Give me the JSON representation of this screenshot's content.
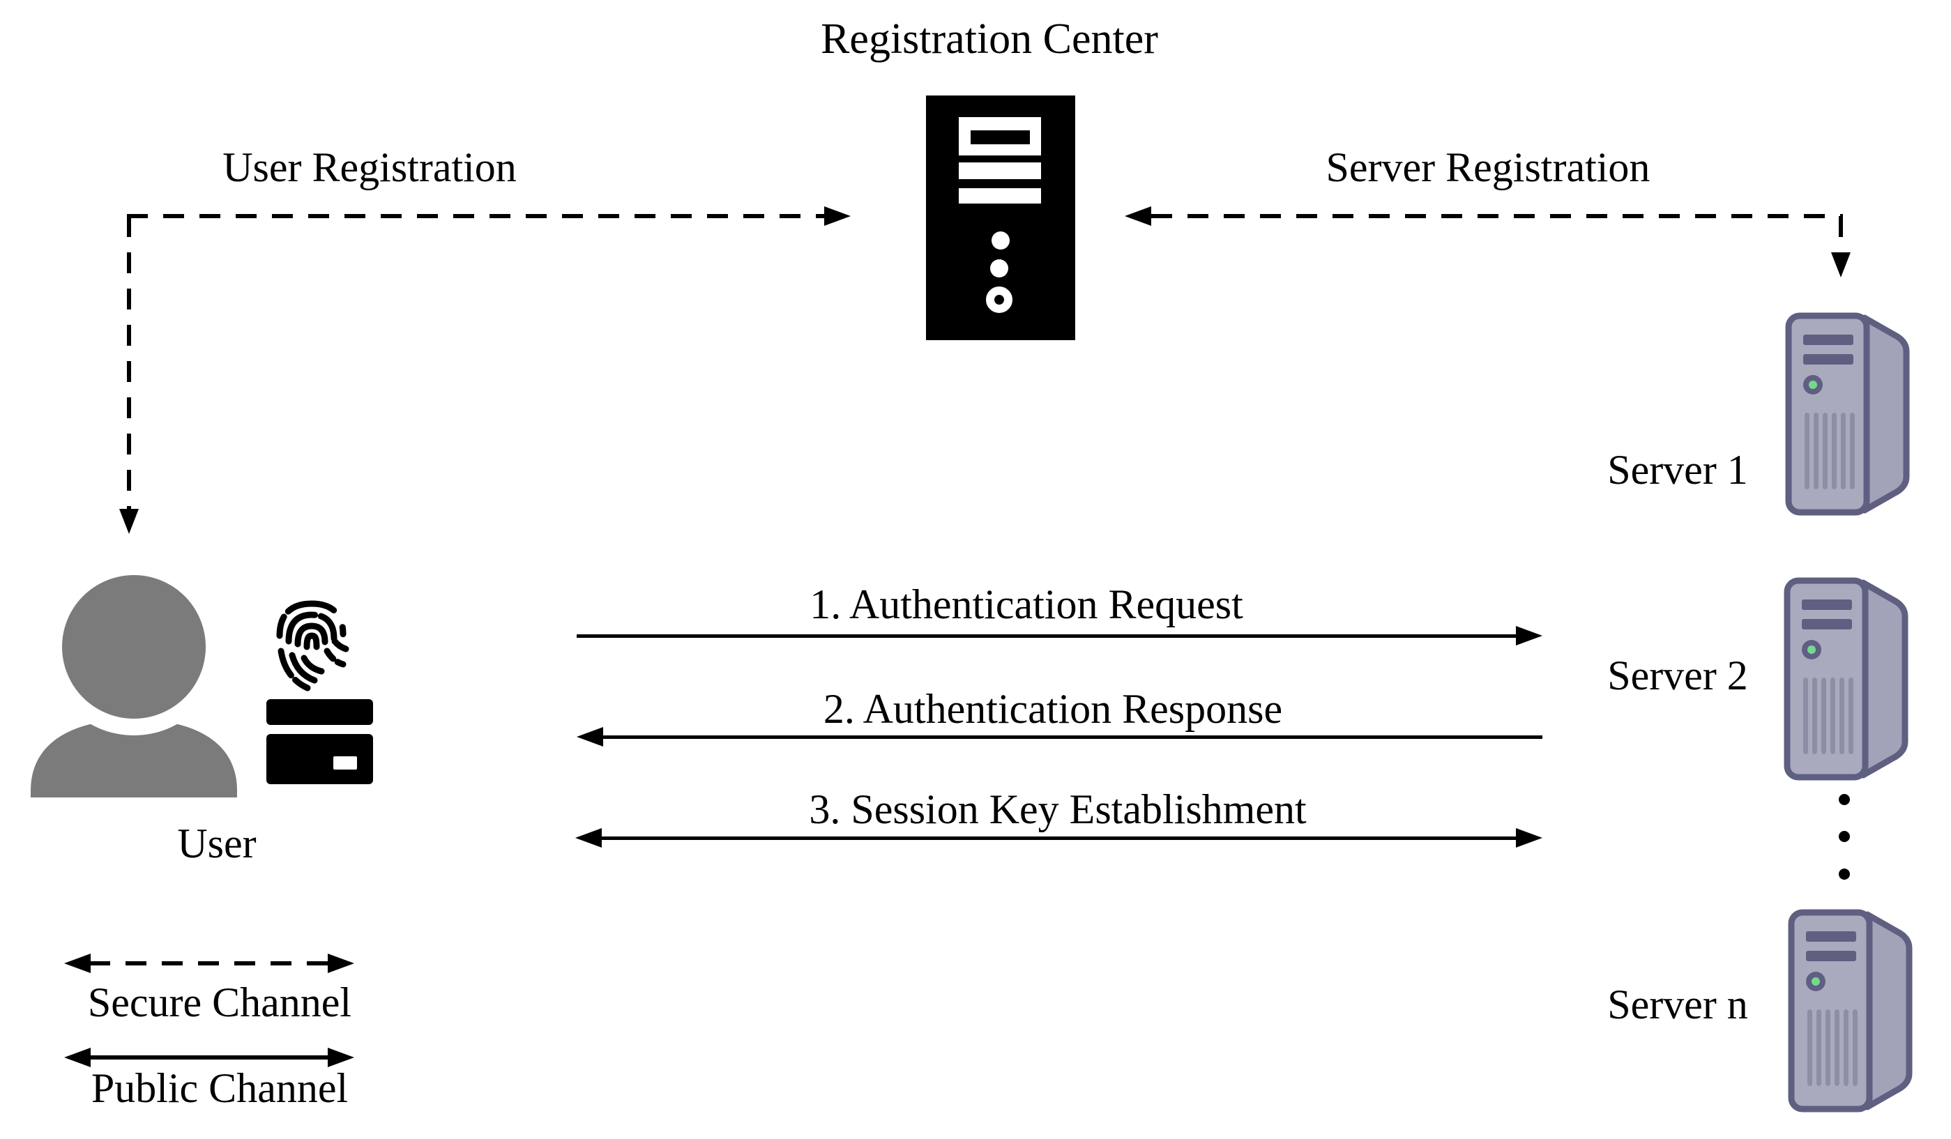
{
  "diagram": {
    "title": "Registration Center",
    "registration_links": {
      "user": "User Registration",
      "server": "Server Registration"
    },
    "flows": [
      {
        "label": "1. Authentication Request",
        "direction": "right"
      },
      {
        "label": "2. Authentication Response",
        "direction": "left"
      },
      {
        "label": "3. Session Key Establishment",
        "direction": "both"
      }
    ],
    "user": {
      "label": "User"
    },
    "servers": [
      {
        "label": "Server 1"
      },
      {
        "label": "Server 2"
      },
      {
        "label": "Server n"
      }
    ],
    "more_servers_indicator": "vertical-ellipsis",
    "legend": [
      {
        "label": "Secure Channel",
        "line_style": "dashed-double-arrow"
      },
      {
        "label": "Public Channel",
        "line_style": "solid-double-arrow"
      }
    ],
    "colors": {
      "background": "#ffffff",
      "text": "#000000",
      "line": "#000000",
      "rc_icon": "#000000",
      "user_silhouette": "#7b7b7b",
      "server_front": "#aaaabf",
      "server_side": "#a2a2b9",
      "server_outline": "#5f5f82",
      "server_vent": "#8d8da6",
      "power_led": "#74d98e"
    },
    "icons": {
      "registration_center": "tower-server-icon",
      "user": "person-silhouette-icon",
      "user_biometric": "fingerprint-icon",
      "user_card": "smart-card-icon",
      "server": "tower-server-3d-icon",
      "more_servers": "vertical-ellipsis-icon"
    }
  }
}
